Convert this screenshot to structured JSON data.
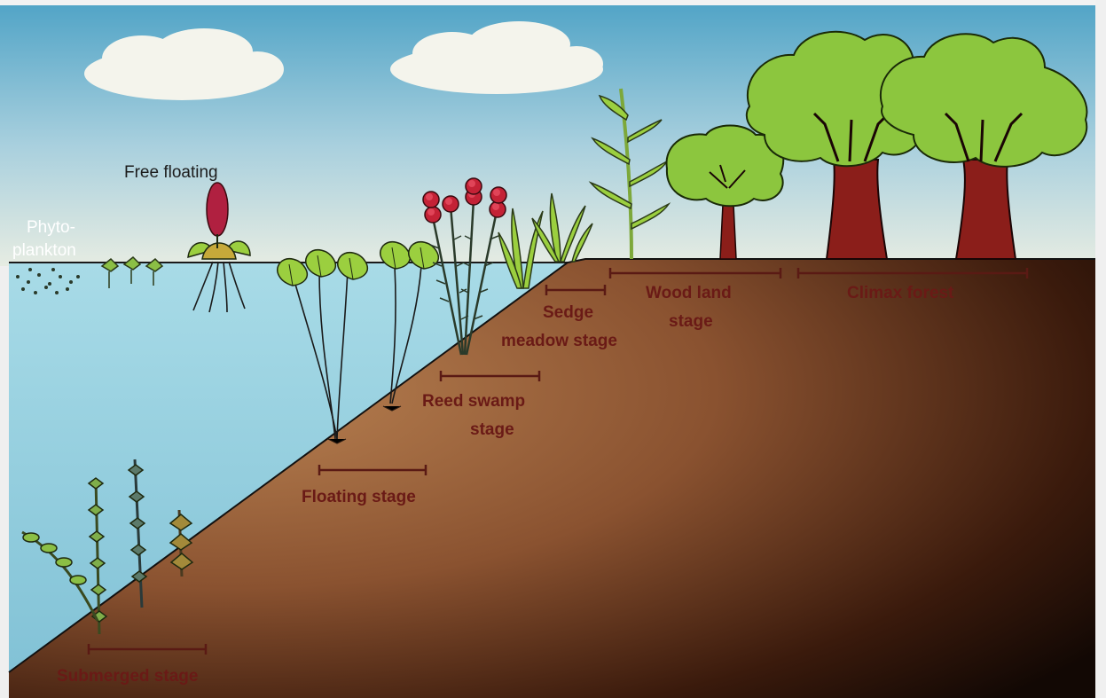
{
  "labels": {
    "free_floating": "Free floating",
    "phyto_line1": "Phyto-",
    "phyto_line2": "plankton",
    "submerged": "Submerged stage",
    "floating": "Floating stage",
    "reed_line1": "Reed swamp",
    "reed_line2": "stage",
    "sedge_line1": "Sedge",
    "sedge_line2": "meadow stage",
    "wood_line1": "Wood land",
    "wood_line2": "stage",
    "climax": "Climax forest"
  },
  "colors": {
    "sky_top": "#5aa9c8",
    "sky_bottom": "#e8eee4",
    "water": "#9fd3e0",
    "soil_light": "#b47c4d",
    "soil_dark": "#1a0c05",
    "foliage": "#8cc63e",
    "trunk": "#8b1e1a",
    "flower": "#c02238",
    "label_dark": "#6a1a16"
  }
}
